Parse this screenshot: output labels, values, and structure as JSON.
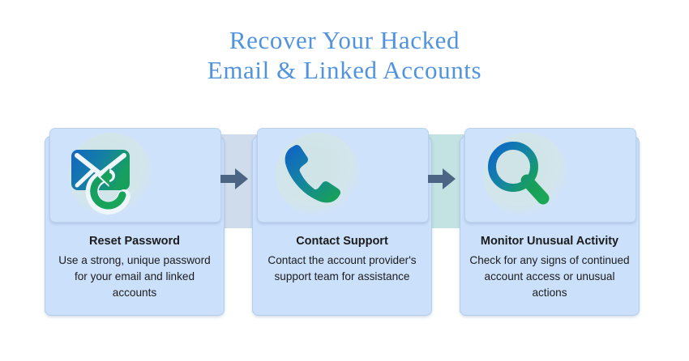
{
  "title": {
    "line1": "Recover Your Hacked",
    "line2": "Email & Linked Accounts",
    "color": "#5193dd"
  },
  "theme": {
    "background": "#ffffff",
    "card_background": "#cbe0fb",
    "card_border": "#b4cdea",
    "icon_panel_background": "#cfe2fb",
    "connector_band_1": "#cfdcec",
    "connector_band_2": "#c3e3e2",
    "arrow_color": "#4d6585",
    "icon_gradient_start": "#1266c3",
    "icon_gradient_end": "#17a05c",
    "text_color": "#1c1c1c"
  },
  "steps": [
    {
      "icon": "envelope-refresh-icon",
      "heading": "Reset Password",
      "description": "Use a strong, unique password for your email and linked accounts"
    },
    {
      "icon": "phone-handset-icon",
      "heading": "Contact Support",
      "description": "Contact the account provider's support team for assistance"
    },
    {
      "icon": "magnifying-glass-icon",
      "heading": "Monitor Unusual Activity",
      "description": "Check for any signs of continued account access or unusual actions"
    }
  ],
  "connectors": [
    {
      "name": "arrow-step1-to-step2",
      "glyph": "right-arrow-icon"
    },
    {
      "name": "arrow-step2-to-step3",
      "glyph": "right-arrow-icon"
    }
  ]
}
